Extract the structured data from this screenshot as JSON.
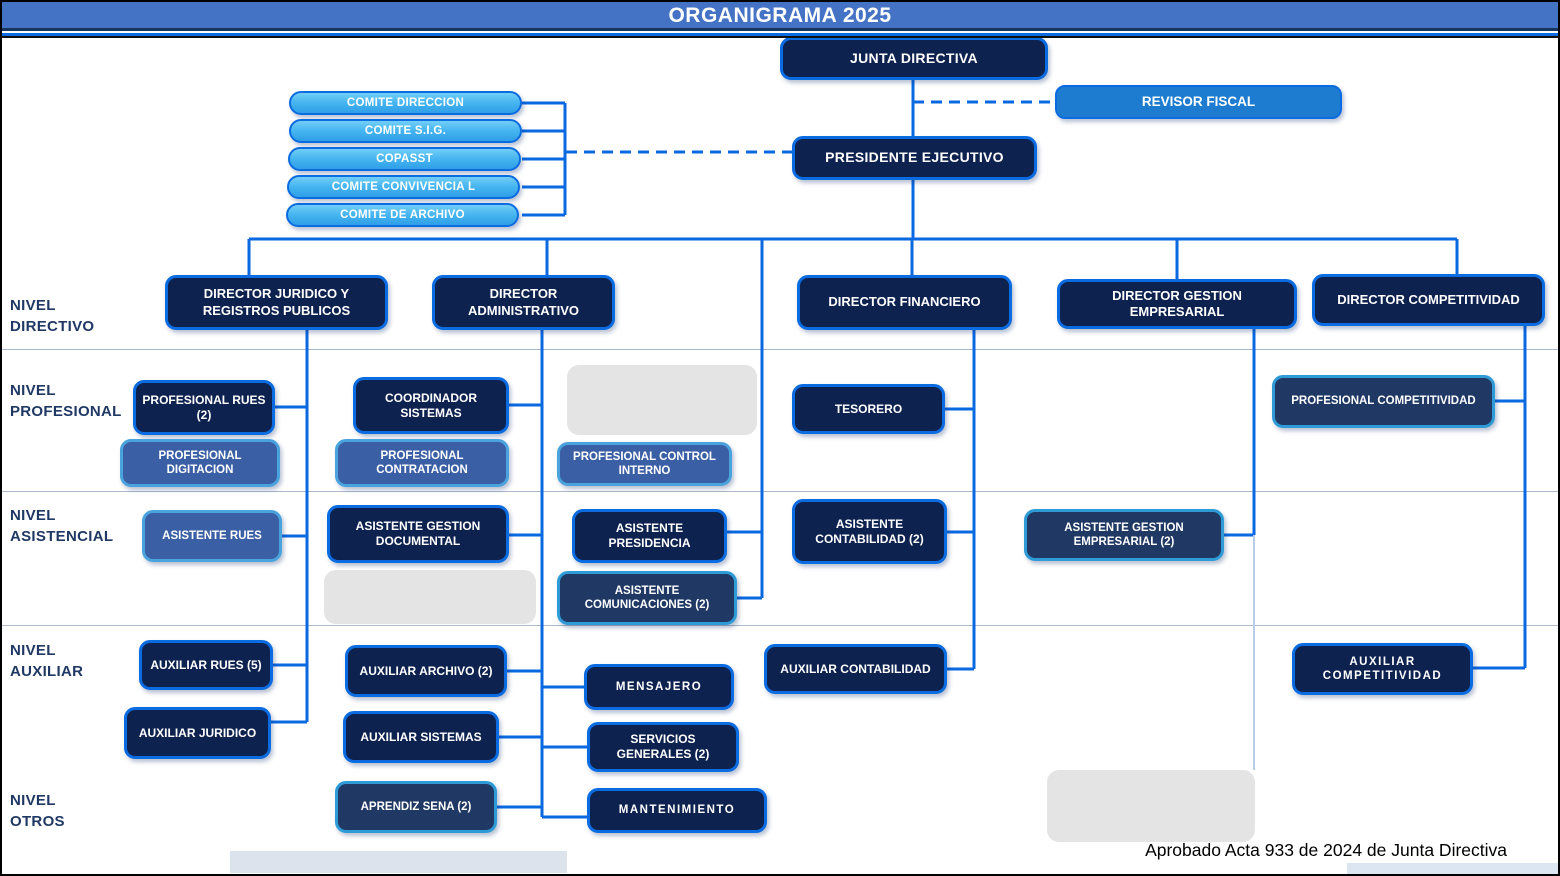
{
  "title": "ORGANIGRAMA 2025",
  "approval_note": "Aprobado Acta 933 de 2024 de Junta Directiva",
  "levels": {
    "directivo": "NIVEL\nDIRECTIVO",
    "profesional": "NIVEL\nPROFESIONAL",
    "asistencial": "NIVEL\nASISTENCIAL",
    "auxiliar": "NIVEL\nAUXILIAR",
    "otros": "NIVEL\nOTROS"
  },
  "committees": [
    "COMITE DIRECCION",
    "COMITE S.I.G.",
    "COPASST",
    "COMITE CONVIVENCIA L",
    "COMITE DE ARCHIVO"
  ],
  "nodes": {
    "junta_directiva": "JUNTA DIRECTIVA",
    "revisor_fiscal": "REVISOR FISCAL",
    "presidente_ejecutivo": "PRESIDENTE EJECUTIVO",
    "director_juridico": "DIRECTOR JURIDICO Y REGISTROS PUBLICOS",
    "director_administrativo": "DIRECTOR ADMINISTRATIVO",
    "director_financiero": "DIRECTOR FINANCIERO",
    "director_gestion": "DIRECTOR GESTION EMPRESARIAL",
    "director_competitividad": "DIRECTOR COMPETITIVIDAD",
    "profesional_rues": "PROFESIONAL RUES (2)",
    "profesional_digitacion": "PROFESIONAL DIGITACION",
    "coordinador_sistemas": "COORDINADOR SISTEMAS",
    "profesional_contratacion": "PROFESIONAL CONTRATACION",
    "profesional_control_interno": "PROFESIONAL CONTROL INTERNO",
    "tesorero": "TESORERO",
    "profesional_competitividad": "PROFESIONAL COMPETITIVIDAD",
    "asistente_rues": "ASISTENTE RUES",
    "asistente_gestion_documental": "ASISTENTE GESTION DOCUMENTAL",
    "asistente_presidencia": "ASISTENTE PRESIDENCIA",
    "asistente_comunicaciones": "ASISTENTE COMUNICACIONES (2)",
    "asistente_contabilidad": "ASISTENTE CONTABILIDAD (2)",
    "asistente_gestion_empresarial": "ASISTENTE GESTION EMPRESARIAL (2)",
    "auxiliar_rues": "AUXILIAR RUES (5)",
    "auxiliar_juridico": "AUXILIAR JURIDICO",
    "auxiliar_archivo": "AUXILIAR ARCHIVO (2)",
    "auxiliar_sistemas": "AUXILIAR SISTEMAS",
    "mensajero": "MENSAJERO",
    "servicios_generales": "SERVICIOS GENERALES (2)",
    "auxiliar_contabilidad": "AUXILIAR CONTABILIDAD",
    "auxiliar_competitividad": "AUXILIAR COMPETITIVIDAD",
    "aprendiz_sena": "APRENDIZ SENA (2)",
    "mantenimiento": "MANTENIMIENTO"
  },
  "colors": {
    "connector_blue": "#0a68e0",
    "connector_light": "#b7cde8",
    "navy_fill": "#0e2250",
    "slate_fill": "#3a5fa5",
    "navy_slate_fill": "#1f3864",
    "revisor_fill": "#1e7cd0",
    "committee_gradient_top": "#72cef7",
    "committee_gradient_bottom": "#2f9fe8",
    "title_bar": "#4472c4",
    "level_label_text": "#1f3864"
  }
}
